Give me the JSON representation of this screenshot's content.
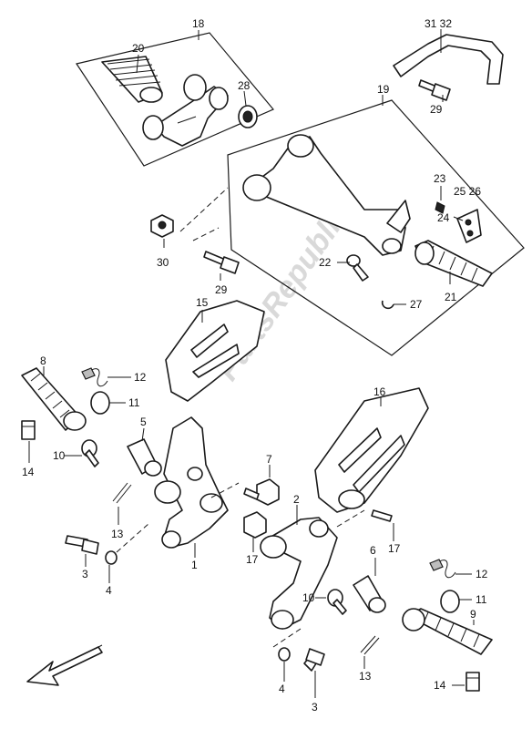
{
  "watermark": "PartsRepublik",
  "callouts": {
    "c18": "18",
    "c20": "20",
    "c28": "28",
    "c3132": "31 32",
    "c19": "19",
    "c29a": "29",
    "c23": "23",
    "c2526": "25 26",
    "c24": "24",
    "c30": "30",
    "c29b": "29",
    "c22": "22",
    "c21": "21",
    "c27": "27",
    "c15": "15",
    "c8": "8",
    "c12a": "12",
    "c11a": "11",
    "c5": "5",
    "c10a": "10",
    "c14a": "14",
    "c13a": "13",
    "c3a": "3",
    "c4a": "4",
    "c1": "1",
    "c7": "7",
    "c16": "16",
    "c2": "2",
    "c17a": "17",
    "c17b": "17",
    "c6": "6",
    "c10b": "10",
    "c12b": "12",
    "c11b": "11",
    "c9": "9",
    "c4b": "4",
    "c13b": "13",
    "c3b": "3",
    "c14b": "14"
  },
  "icons": {
    "front-arrow": "arrow-icon"
  }
}
